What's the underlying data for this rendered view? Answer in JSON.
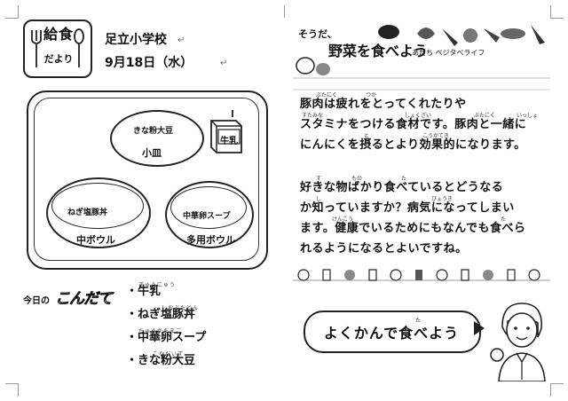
{
  "header": {
    "logo_title": "給食",
    "logo_subtitle": "だより",
    "school": "足立小学校",
    "date": "9月18日（水）"
  },
  "tray": {
    "small_plate_food": "きな粉大豆",
    "small_plate_label": "小皿",
    "milk_label": "牛乳",
    "medium_bowl_food": "ねぎ塩豚丼",
    "medium_bowl_label": "中ボウル",
    "multi_bowl_food": "中華卵スープ",
    "multi_bowl_label": "多用ボウル"
  },
  "menu": {
    "title_prefix": "今日の",
    "title_main": "こんだて",
    "items": [
      {
        "ruby": "ぎゅうにゅう",
        "label": "牛乳"
      },
      {
        "ruby": "しおぶたどん",
        "label": "ねぎ塩豚丼"
      },
      {
        "ruby": "ちゅうかたまご",
        "label": "中華卵スープ"
      },
      {
        "ruby": "こなだいず",
        "label": "きな粉大豆"
      }
    ]
  },
  "right_header": {
    "soda": "そうだ、",
    "yasai": "野菜を食べよう",
    "subtitle": "あだち ベジタベライフ"
  },
  "article": {
    "p1_lines": [
      "豚肉は疲れをとってくれたりや",
      "スタミナをつける食材です。豚肉と一緒に",
      "にんにくを摂るとより効果的になります。"
    ],
    "p1_ruby": [
      "ぶたにく",
      "つか",
      "すたみな",
      "しょくざい",
      "ぶたにく",
      "いっしょ",
      "と",
      "こうかてき"
    ],
    "p2_lines": [
      "好きな物ばかり食べているとどうなる",
      "か知っていますか？病気になってしまい",
      "ます。健康でいるためにもなんでも食べら",
      "れるようになるとよいですね。"
    ],
    "p2_ruby": [
      "す",
      "もの",
      "た",
      "し",
      "びょうき",
      "けんこう",
      "た"
    ]
  },
  "speech": {
    "text": "よくかんで食べよう",
    "ruby": "た"
  }
}
